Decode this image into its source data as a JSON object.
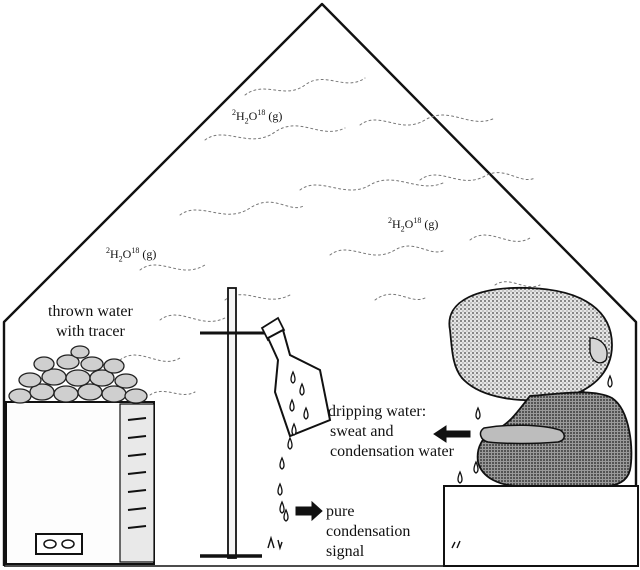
{
  "labels": {
    "vapor_top": {
      "pre": "2",
      "mid_a": "H",
      "sub": "2",
      "mid_b": "O",
      "sup": "18",
      "post": " (g)"
    },
    "vapor_right": {
      "pre": "2",
      "mid_a": "H",
      "sub": "2",
      "mid_b": "O",
      "sup": "18",
      "post": " (g)"
    },
    "vapor_left": {
      "pre": "2",
      "mid_a": "H",
      "sub": "2",
      "mid_b": "O",
      "sup": "18",
      "post": " (g)"
    },
    "thrown_water": [
      "thrown water",
      "with tracer"
    ],
    "dripping_water": [
      "dripping water:",
      "sweat and",
      "condensation water"
    ],
    "pure_condensation": [
      "pure",
      "condensation",
      "signal"
    ]
  },
  "colors": {
    "ink": "#111111",
    "shade": "#555555",
    "background": "#ffffff"
  }
}
